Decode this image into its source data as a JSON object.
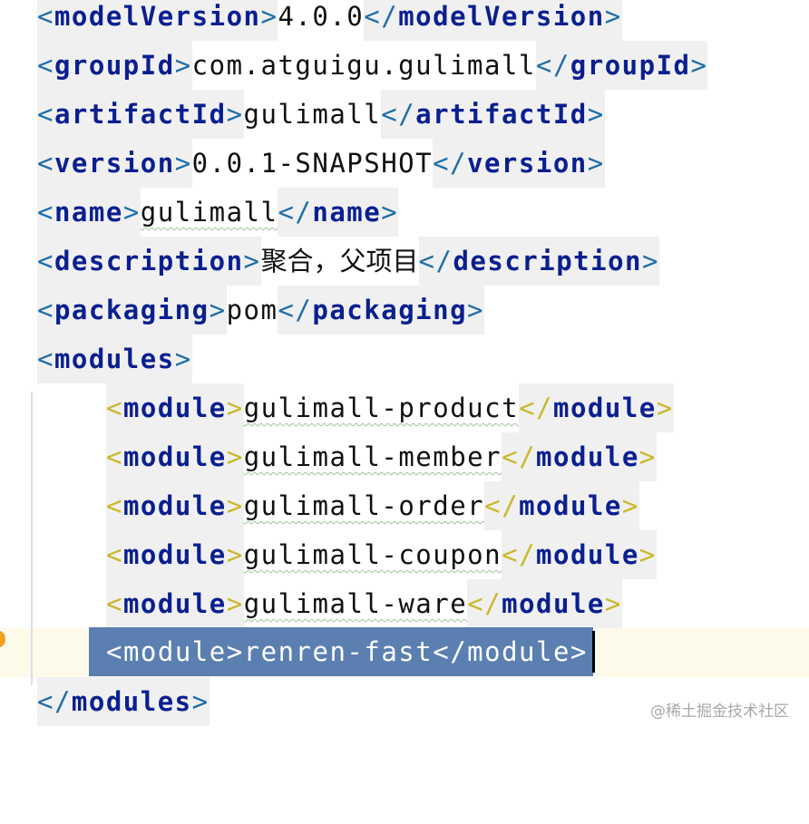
{
  "editor": {
    "lines": [
      {
        "tag": "modelVersion",
        "value": "4.0.0",
        "indent": 0
      },
      {
        "tag": "groupId",
        "value": "com.atguigu.gulimall",
        "indent": 0
      },
      {
        "tag": "artifactId",
        "value": "gulimall",
        "indent": 0
      },
      {
        "tag": "version",
        "value": "0.0.1-SNAPSHOT",
        "indent": 0
      },
      {
        "tag": "name",
        "value": "gulimall",
        "indent": 0
      },
      {
        "tag": "description",
        "value": "聚合，父项目",
        "indent": 0
      },
      {
        "tag": "packaging",
        "value": "pom",
        "indent": 0
      },
      {
        "open": "<modules>"
      },
      {
        "tag": "module",
        "value": "gulimall-product",
        "indent": 1
      },
      {
        "tag": "module",
        "value": "gulimall-member",
        "indent": 1
      },
      {
        "tag": "module",
        "value": "gulimall-order",
        "indent": 1
      },
      {
        "tag": "module",
        "value": "gulimall-coupon",
        "indent": 1
      },
      {
        "tag": "module",
        "value": "gulimall-ware",
        "indent": 1
      },
      {
        "selected": "<module>renren-fast</module>"
      },
      {
        "close": "</modules>"
      }
    ],
    "l0": {
      "o": "<",
      "t": "modelVersion",
      "c": ">",
      "v": "4.0.0",
      "co": "</",
      "ct": "modelVersion",
      "cc": ">"
    },
    "l1": {
      "o": "<",
      "t": "groupId",
      "c": ">",
      "v": "com.atguigu.gulimall",
      "co": "</",
      "ct": "groupId",
      "cc": ">"
    },
    "l2": {
      "o": "<",
      "t": "artifactId",
      "c": ">",
      "v": "gulimall",
      "co": "</",
      "ct": "artifactId",
      "cc": ">"
    },
    "l3": {
      "o": "<",
      "t": "version",
      "c": ">",
      "v": "0.0.1-SNAPSHOT",
      "co": "</",
      "ct": "version",
      "cc": ">"
    },
    "l4": {
      "o": "<",
      "t": "name",
      "c": ">",
      "v": "gulimall",
      "co": "</",
      "ct": "name",
      "cc": ">"
    },
    "l5": {
      "o": "<",
      "t": "description",
      "c": ">",
      "v": "聚合，父项目",
      "co": "</",
      "ct": "description",
      "cc": ">"
    },
    "l6": {
      "o": "<",
      "t": "packaging",
      "c": ">",
      "v": "pom",
      "co": "</",
      "ct": "packaging",
      "cc": ">"
    },
    "l7": {
      "o": "<",
      "t": "modules",
      "c": ">"
    },
    "m0": {
      "v": "gulimall-product"
    },
    "m1": {
      "v": "gulimall-member"
    },
    "m2": {
      "v": "gulimall-order"
    },
    "m3": {
      "v": "gulimall-coupon"
    },
    "m4": {
      "v": "gulimall-ware"
    },
    "mod": {
      "o": "<",
      "t": "module",
      "c": ">",
      "co": "</"
    },
    "selected_line": "<module>renren-fast</module>",
    "l14": {
      "o": "</",
      "t": "modules",
      "c": ">"
    }
  },
  "colors": {
    "tag": "#0a1f8f",
    "bracket": "#1f6ea8",
    "module_bracket": "#c9b82c",
    "tag_background": "#f0f0f0",
    "selection": "#5a7fb0",
    "caret_line": "#fefaea"
  },
  "watermark": "@稀土掘金技术社区"
}
